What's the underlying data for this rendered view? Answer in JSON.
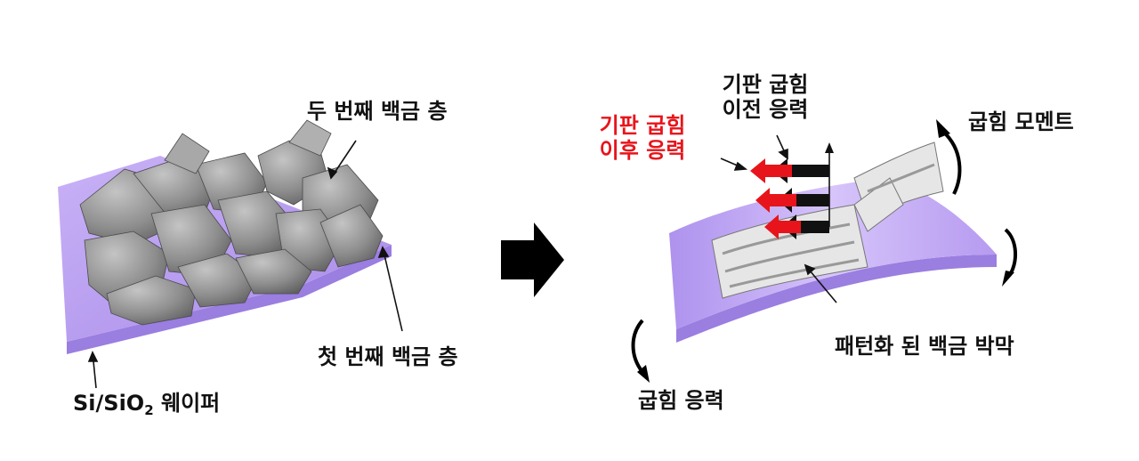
{
  "labels": {
    "second_pt_layer": "두 번째 백금 층",
    "first_pt_layer": "첫 번째 백금 층",
    "wafer_prefix": "Si/SiO",
    "wafer_subscript": "2",
    "wafer_suffix": " 웨이퍼",
    "stress_before_line1": "기판 굽힘",
    "stress_before_line2": "이전 응력",
    "stress_after_line1": "기판 굽힘",
    "stress_after_line2": "이후 응력",
    "bending_moment": "굽힘 모멘트",
    "patterned_pt_film": "패턴화 된 백금 박막",
    "bending_stress": "굽힘 응력"
  },
  "colors": {
    "substrate": "#b79af2",
    "substrate_side": "#9a7ee0",
    "grains": "#8c8c8c",
    "pattern": "#e6e6e6",
    "after_arrow": "#e8141b",
    "before_arrow": "#111111"
  }
}
